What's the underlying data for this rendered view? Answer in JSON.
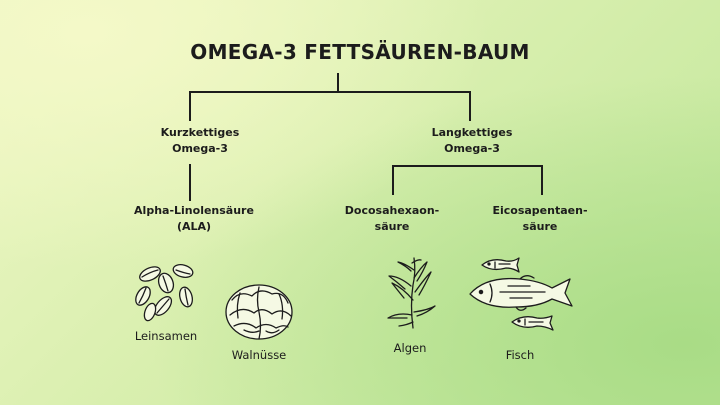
{
  "title": "OMEGA-3 FETTSÄUREN-BAUM",
  "branches": {
    "short": {
      "label": "Kurzkettiges\nOmega-3"
    },
    "long": {
      "label": "Langkettiges\nOmega-3"
    }
  },
  "acids": {
    "ala": {
      "label": "Alpha-Linolensäure\n(ALA)"
    },
    "dha": {
      "label": "Docosahexaon-\nsäure"
    },
    "epa": {
      "label": "Eicosapentaen-\nsäure"
    }
  },
  "sources": {
    "flaxseed": "Leinsamen",
    "walnuts": "Walnüsse",
    "algae": "Algen",
    "fish": "Fisch"
  },
  "colors": {
    "line": "#1c1c1c",
    "bg_light": "#f4f9c8",
    "bg_green": "#a9dc86"
  }
}
